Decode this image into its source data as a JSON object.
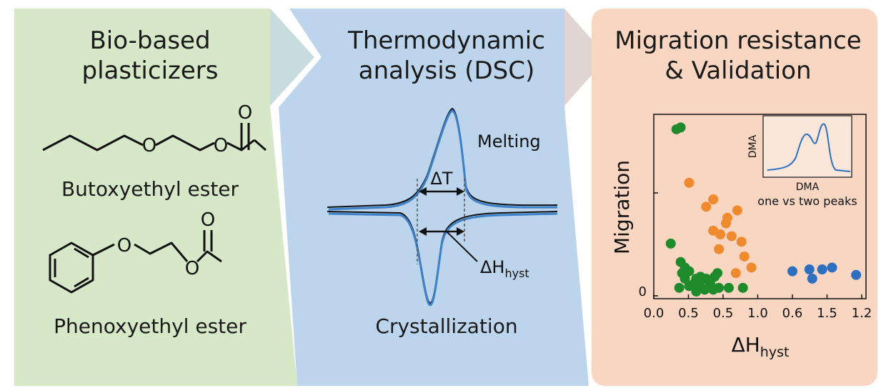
{
  "colors": {
    "panel_green": "#d7e8c9",
    "panel_blue": "#bcd4ec",
    "panel_orange": "#f8d6c2",
    "curve_blue": "#3d82c8",
    "dot_green": "#1f8a2b",
    "dot_orange": "#f08a2e",
    "dot_blue": "#2e6fc0"
  },
  "panel1": {
    "title_line1": "Bio-based",
    "title_line2": "plasticizers",
    "molecule1_label": "Butoxyethyl ester",
    "molecule2_label": "Phenoxyethyl ester",
    "atom_O": "O"
  },
  "panel2": {
    "title_line1": "Thermodynamic",
    "title_line2": "analysis (DSC)",
    "melting_label": "Melting",
    "crystallization_label": "Crystallization",
    "delta_t_label": "ΔT",
    "delta_h_main": "ΔH",
    "delta_h_sub": "hyst"
  },
  "panel3": {
    "title_line1": "Migration resistance",
    "title_line2": "& Validation",
    "inset_ylabel": "DMA",
    "inset_xlabel": "DMA",
    "inset_caption": "one vs two peaks"
  },
  "chart_data": {
    "type": "scatter",
    "ylabel": "Migration",
    "xlabel_main": "ΔH",
    "xlabel_sub": "hyst",
    "x_ticks": [
      "0.0",
      "0.5",
      "0.5",
      "1.0",
      "0.6",
      "1.5",
      "1.2"
    ],
    "y_ticks": [
      "0"
    ],
    "series": [
      {
        "color": "#1f8a2b",
        "points": [
          [
            0.16,
            0.88
          ],
          [
            0.19,
            0.89
          ],
          [
            0.12,
            0.26
          ],
          [
            0.19,
            0.16
          ],
          [
            0.2,
            0.1
          ],
          [
            0.22,
            0.07
          ],
          [
            0.25,
            0.11
          ],
          [
            0.18,
            0.02
          ],
          [
            0.28,
            0.04
          ],
          [
            0.3,
            0.07
          ],
          [
            0.33,
            0.08
          ],
          [
            0.33,
            0.03
          ],
          [
            0.37,
            0.07
          ],
          [
            0.4,
            0.04
          ],
          [
            0.43,
            0.08
          ],
          [
            0.45,
            0.1
          ],
          [
            0.42,
            0.01
          ],
          [
            0.36,
            0.01
          ],
          [
            0.3,
            0.0
          ],
          [
            0.46,
            0.02
          ],
          [
            0.53,
            0.02
          ],
          [
            0.63,
            0.02
          ],
          [
            0.22,
            0.13
          ],
          [
            0.25,
            0.03
          ]
        ]
      },
      {
        "color": "#f08a2e",
        "points": [
          [
            0.25,
            0.59
          ],
          [
            0.37,
            0.46
          ],
          [
            0.42,
            0.5
          ],
          [
            0.52,
            0.4
          ],
          [
            0.51,
            0.37
          ],
          [
            0.59,
            0.44
          ],
          [
            0.42,
            0.33
          ],
          [
            0.47,
            0.31
          ],
          [
            0.55,
            0.3
          ],
          [
            0.62,
            0.27
          ],
          [
            0.46,
            0.23
          ],
          [
            0.64,
            0.19
          ],
          [
            0.69,
            0.13
          ],
          [
            0.58,
            0.1
          ]
        ]
      },
      {
        "color": "#2e6fc0",
        "points": [
          [
            0.98,
            0.11
          ],
          [
            1.1,
            0.12
          ],
          [
            1.12,
            0.07
          ],
          [
            1.19,
            0.12
          ],
          [
            1.26,
            0.13
          ],
          [
            1.43,
            0.09
          ]
        ]
      }
    ]
  }
}
